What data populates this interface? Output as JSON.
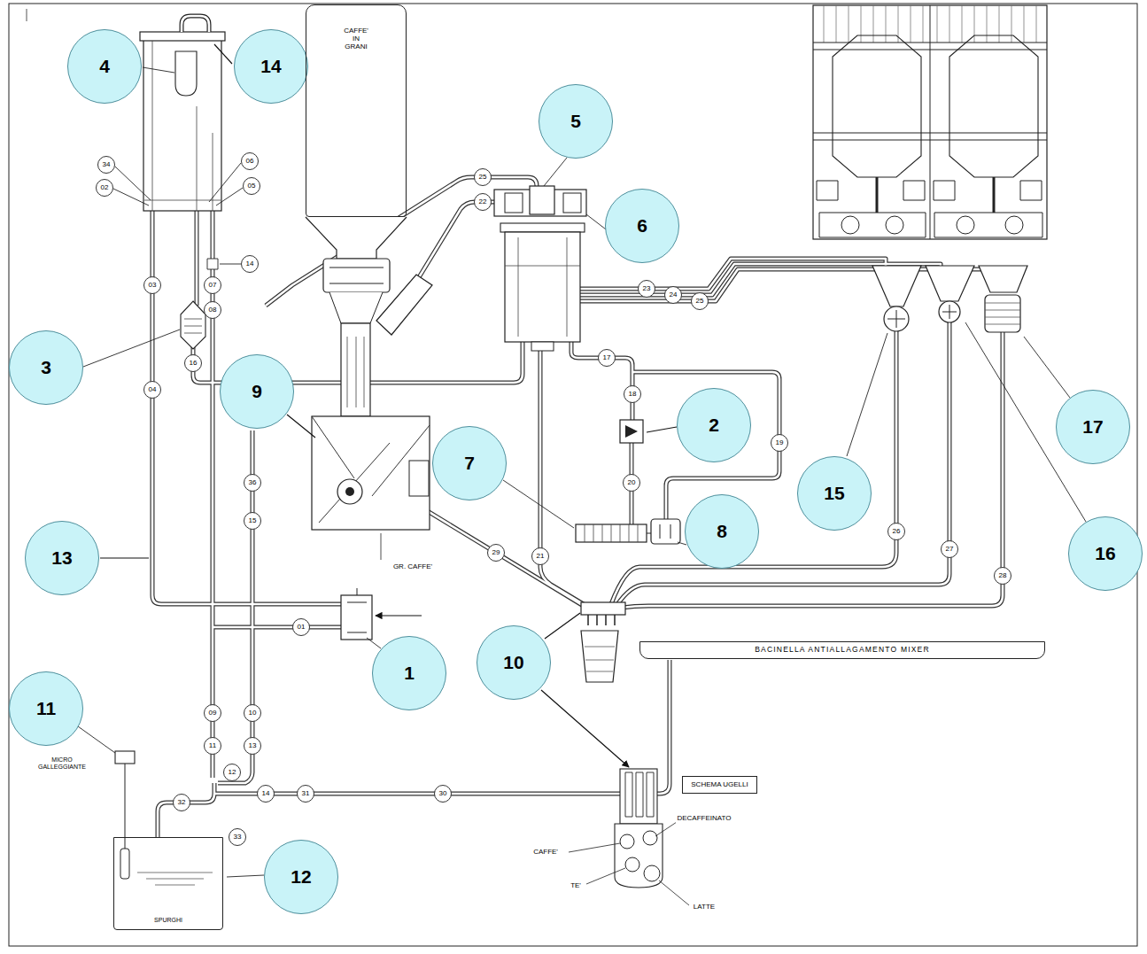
{
  "diagram": {
    "nodes": [
      {
        "text": [
          "4"
        ]
      },
      {
        "text": [
          "14"
        ]
      },
      {
        "text": [
          "CAFFE' IN GRANI"
        ]
      },
      {
        "text": [
          "5"
        ]
      },
      {
        "text": [
          "6"
        ]
      },
      {
        "text": [
          "3"
        ]
      },
      {
        "text": [
          "9"
        ]
      },
      {
        "text": [
          "2"
        ]
      },
      {
        "text": [
          "7"
        ]
      },
      {
        "text": [
          "8"
        ]
      },
      {
        "text": [
          "15"
        ]
      },
      {
        "text": [
          "17"
        ]
      },
      {
        "text": [
          "13"
        ]
      },
      {
        "text": [
          "16"
        ]
      },
      {
        "text": [
          "1"
        ]
      },
      {
        "text": [
          "10"
        ]
      },
      {
        "text": [
          "BACINELLA ANTIALLAGAMENTO MIXER"
        ]
      },
      {
        "text": [
          "11"
        ]
      },
      {
        "text": [
          "SPURGHI"
        ]
      },
      {
        "text": [
          "12"
        ]
      },
      {
        "text": [
          "SCHEMA UGELLI"
        ]
      },
      {
        "text": [
          "34"
        ]
      },
      {
        "text": [
          "06"
        ]
      },
      {
        "text": [
          "02"
        ]
      },
      {
        "text": [
          "05"
        ]
      },
      {
        "text": [
          "14"
        ]
      },
      {
        "text": [
          "03"
        ]
      },
      {
        "text": [
          "07"
        ]
      },
      {
        "text": [
          "08"
        ]
      },
      {
        "text": [
          "04"
        ]
      },
      {
        "text": [
          "16"
        ]
      },
      {
        "text": [
          "25"
        ]
      },
      {
        "text": [
          "22"
        ]
      },
      {
        "text": [
          "17"
        ]
      },
      {
        "text": [
          "23"
        ]
      },
      {
        "text": [
          "24"
        ]
      },
      {
        "text": [
          "25"
        ]
      },
      {
        "text": [
          "18"
        ]
      },
      {
        "text": [
          "20"
        ]
      },
      {
        "text": [
          "19"
        ]
      },
      {
        "text": [
          "21"
        ]
      },
      {
        "text": [
          "36"
        ]
      },
      {
        "text": [
          "15"
        ]
      },
      {
        "text": [
          "29"
        ]
      },
      {
        "text": [
          "26"
        ]
      },
      {
        "text": [
          "27"
        ]
      },
      {
        "text": [
          "28"
        ]
      },
      {
        "text": [
          "01"
        ]
      },
      {
        "text": [
          "09"
        ]
      },
      {
        "text": [
          "10"
        ]
      },
      {
        "text": [
          "11"
        ]
      },
      {
        "text": [
          "13"
        ]
      },
      {
        "text": [
          "12"
        ]
      },
      {
        "text": [
          "14"
        ]
      },
      {
        "text": [
          "32"
        ]
      },
      {
        "text": [
          "31"
        ]
      },
      {
        "text": [
          "30"
        ]
      },
      {
        "text": [
          "33"
        ]
      }
    ],
    "labels": [
      "GR. CAFFE'",
      "MICRO GALLEGGIANTE",
      "CAFFE'",
      "DECAFFEINATO",
      "TE'",
      "LATTE"
    ]
  }
}
